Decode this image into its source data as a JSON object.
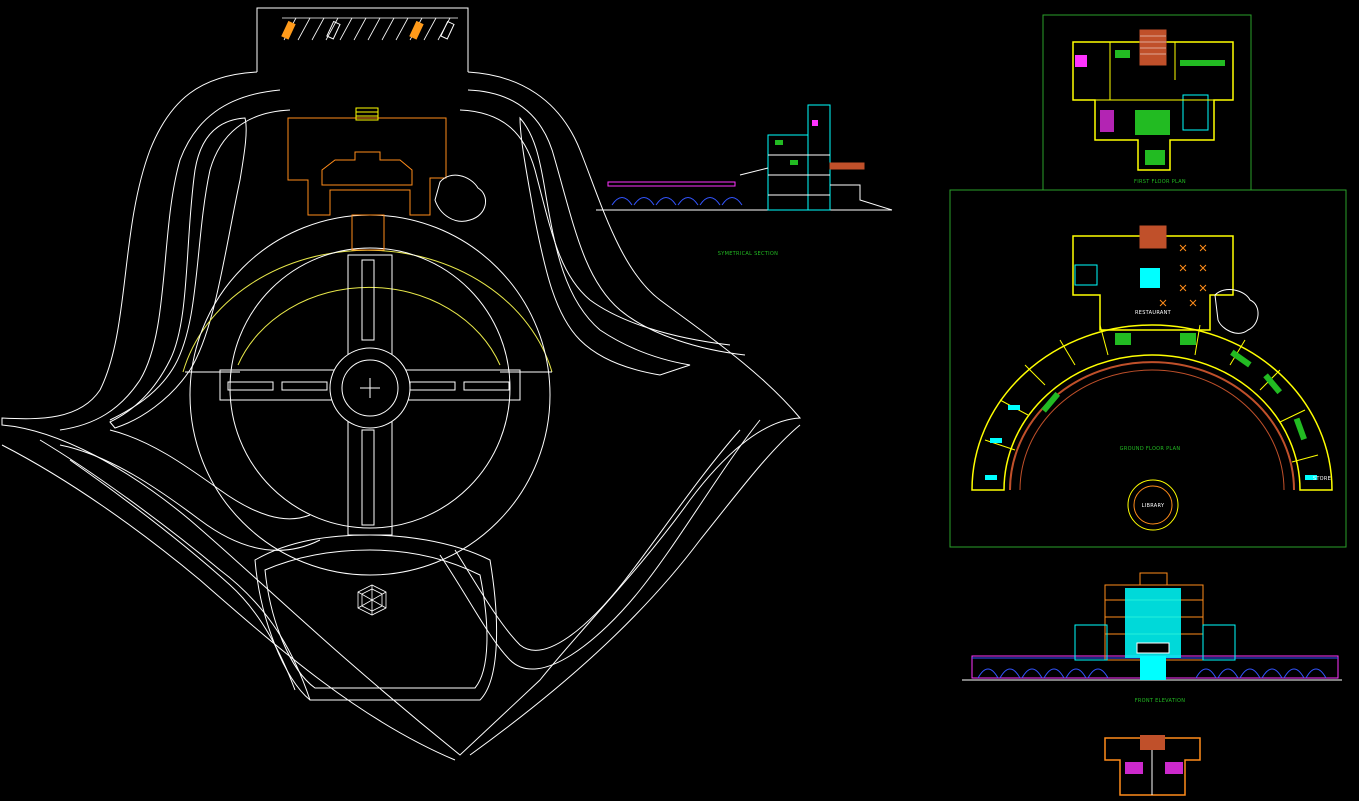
{
  "drawing": {
    "labels": {
      "symmetrical_section": "SYMETRICAL SECTION",
      "first_floor_plan": "FIRST FLOOR PLAN",
      "ground_floor_plan": "GROUND FLOOR PLAN",
      "restaurant": "RESTAURANT",
      "library": "LIBRARY",
      "store": "STORE",
      "front_elevation": "FRONT ELEVATION"
    },
    "colors": {
      "background": "#000000",
      "site_lines": "#ffffff",
      "building_outline": "#ff8c1a",
      "arc_line": "#e8e84a",
      "frame_green": "#2aa02a",
      "wall_yellow": "#ffff00",
      "cyan": "#00ffff",
      "magenta": "#ff33ff",
      "brick": "#c0502a",
      "blue": "#3355ff",
      "green": "#22bb22"
    }
  }
}
